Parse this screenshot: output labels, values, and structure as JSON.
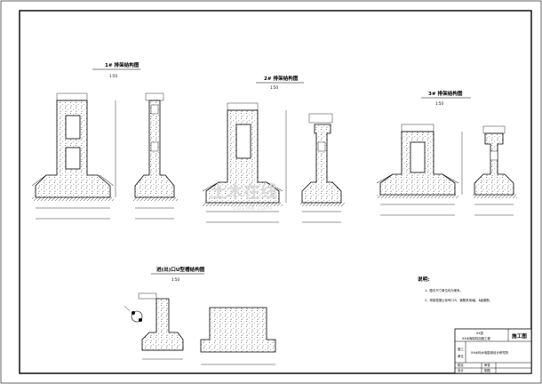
{
  "drawings": {
    "frame1": {
      "title": "1# 排架结构图",
      "scale": "1:50"
    },
    "frame2": {
      "title": "2# 排架结构图",
      "scale": "1:50"
    },
    "frame3": {
      "title": "3# 排架结构图",
      "scale": "1:50"
    },
    "u_pier": {
      "title": "进(出)口U型槽结构图",
      "scale": "1:50"
    }
  },
  "notes": {
    "heading": "说明:",
    "items": [
      "1、图中尺寸单位均为毫米。",
      "2、排架混凝土标号C25，钢筋采用Ⅰ级、Ⅱ级钢筋。"
    ]
  },
  "title_block": {
    "project_top": "XX县",
    "project_name": "XX水库除险加固工程",
    "stage": "施工图",
    "unit_label_1": "施工",
    "unit_label_2": "单位",
    "company": "XX水利水电勘测设计研究院",
    "row_check": "核定",
    "row_review": "审查",
    "row_design": "设计",
    "row_draw": "制图"
  },
  "watermark": {
    "text": "土木在线",
    "sub": "co188.com"
  },
  "colors": {
    "line": "#000000",
    "hatch": "#555555",
    "watermark": "#d9d9d9"
  }
}
